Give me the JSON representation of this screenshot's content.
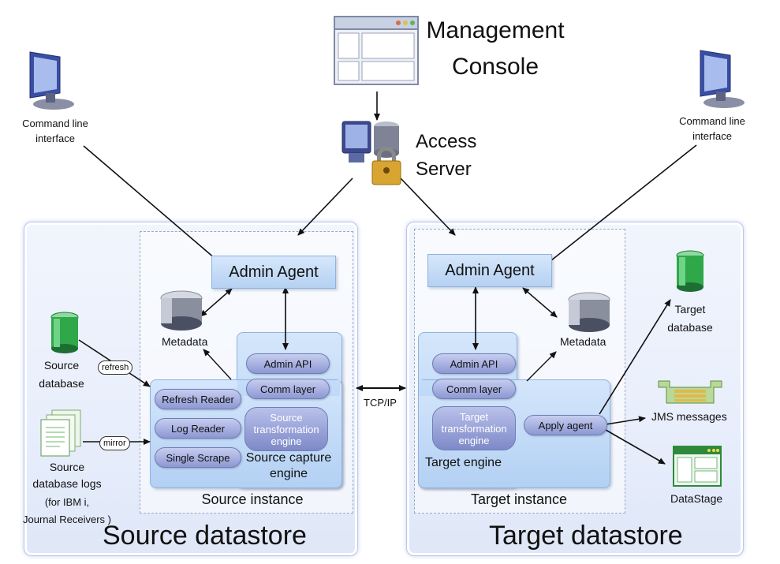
{
  "top": {
    "management_console": [
      "Management",
      "Console"
    ],
    "access_server": [
      "Access",
      "Server"
    ],
    "cli_left": [
      "Command line",
      "interface"
    ],
    "cli_right": [
      "Command line",
      "interface"
    ]
  },
  "source": {
    "admin_agent": "Admin Agent",
    "metadata": "Metadata",
    "admin_api": "Admin API",
    "comm_layer": "Comm layer",
    "refresh_reader": "Refresh Reader",
    "log_reader": "Log Reader",
    "single_scrape": "Single Scrape",
    "transformation_engine": [
      "Source",
      "transformation",
      "engine"
    ],
    "capture_engine": [
      "Source capture",
      "engine"
    ],
    "instance_label": "Source instance",
    "datastore_label": "Source datastore",
    "source_database": [
      "Source",
      "database"
    ],
    "source_logs": [
      "Source",
      "database logs",
      "(for IBM i,",
      "Journal Receivers )"
    ],
    "refresh_tag": "refresh",
    "mirror_tag": "mirror"
  },
  "link": {
    "label": "TCP/IP"
  },
  "target": {
    "admin_agent": "Admin Agent",
    "metadata": "Metadata",
    "admin_api": "Admin API",
    "comm_layer": "Comm layer",
    "transformation_engine": [
      "Target",
      "transformation",
      "engine"
    ],
    "apply_agent": "Apply agent",
    "engine_label": "Target engine",
    "instance_label": "Target instance",
    "datastore_label": "Target datastore",
    "target_database": [
      "Target",
      "database"
    ],
    "jms": "JMS messages",
    "datastage": "DataStage"
  },
  "colors": {
    "db_green": "#2fa84a",
    "db_gray": "#8a8f9e",
    "panel_blue": "#b5d1f2",
    "pill_purple": "#8d98d3"
  }
}
